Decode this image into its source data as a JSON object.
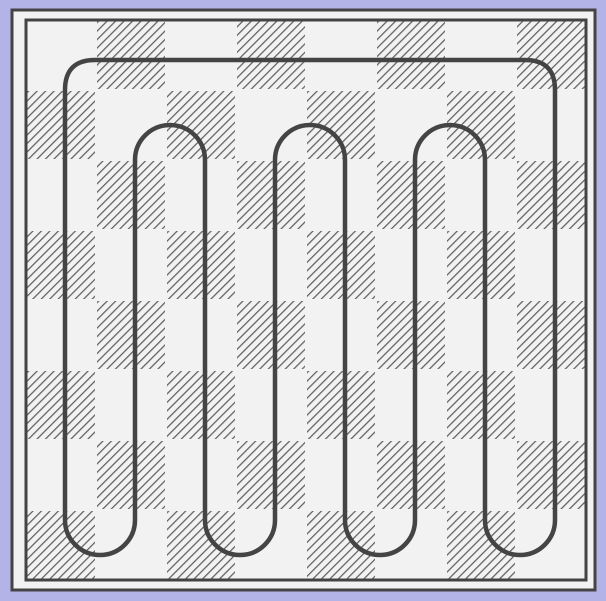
{
  "diagram": {
    "kind": "closed-path-on-checkerboard",
    "board": {
      "rows": 8,
      "cols": 8,
      "shaded_squares": [
        [
          0,
          1
        ],
        [
          0,
          3
        ],
        [
          0,
          5
        ],
        [
          0,
          7
        ],
        [
          1,
          0
        ],
        [
          1,
          2
        ],
        [
          1,
          4
        ],
        [
          1,
          6
        ],
        [
          2,
          1
        ],
        [
          2,
          3
        ],
        [
          2,
          5
        ],
        [
          2,
          7
        ],
        [
          3,
          0
        ],
        [
          3,
          2
        ],
        [
          3,
          4
        ],
        [
          3,
          6
        ],
        [
          4,
          1
        ],
        [
          4,
          3
        ],
        [
          4,
          5
        ],
        [
          4,
          7
        ],
        [
          5,
          0
        ],
        [
          5,
          2
        ],
        [
          5,
          4
        ],
        [
          5,
          6
        ],
        [
          6,
          1
        ],
        [
          6,
          3
        ],
        [
          6,
          5
        ],
        [
          6,
          7
        ],
        [
          7,
          0
        ],
        [
          7,
          2
        ],
        [
          7,
          4
        ],
        [
          7,
          6
        ]
      ],
      "shading": "diagonal-hatch"
    },
    "path": {
      "shape": "serpentine closed loop",
      "turn_count": 7
    },
    "colors": {
      "background": "#b3b3e8",
      "paper": "#f2f2f2",
      "ink": "#444444",
      "hatch": "#5f5f5f"
    }
  }
}
